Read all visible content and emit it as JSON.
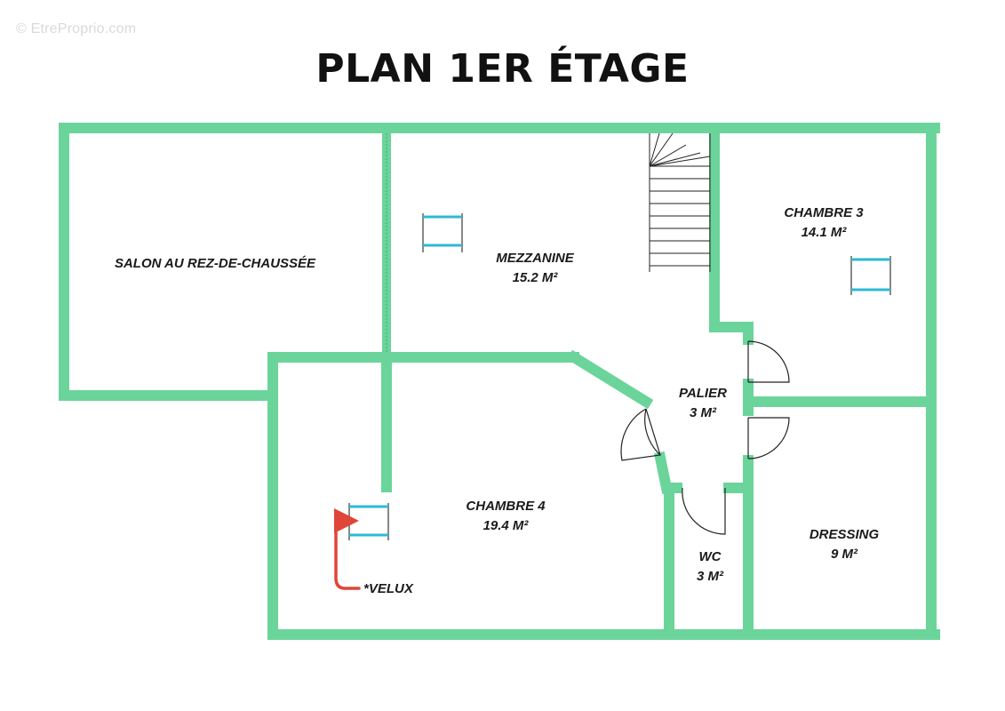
{
  "watermark": "© EtreProprio.com",
  "title": "PLAN 1ER ÉTAGE",
  "colors": {
    "wall": "#6bd49a",
    "window": "#2fb8d6",
    "arrow": "#e0453a",
    "text": "#1a1a1a"
  },
  "rooms": {
    "salon": {
      "name": "SALON AU REZ-DE-CHAUSSÉE"
    },
    "mezzanine": {
      "name": "MEZZANINE",
      "area": "15.2 M²"
    },
    "chambre3": {
      "name": "CHAMBRE 3",
      "area": "14.1 M²"
    },
    "palier": {
      "name": "PALIER",
      "area": "3 M²"
    },
    "chambre4": {
      "name": "CHAMBRE 4",
      "area": "19.4 M²"
    },
    "wc": {
      "name": "WC",
      "area": "3 M²"
    },
    "dressing": {
      "name": "DRESSING",
      "area": "9 M²"
    }
  },
  "annotation": {
    "velux": "*VELUX"
  },
  "icons": [
    "velux-window-icon",
    "staircase-icon",
    "door-swing-icon",
    "curved-arrow-icon"
  ]
}
